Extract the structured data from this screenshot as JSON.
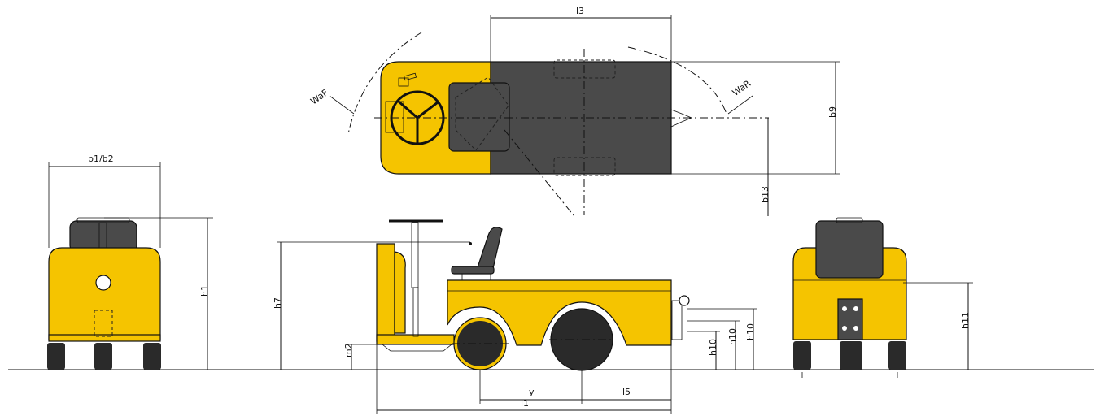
{
  "colors": {
    "body_yellow": "#f5c400",
    "dark_grey": "#4a4a4a",
    "tire_black": "#2a2a2a",
    "line": "#111111",
    "background": "#ffffff"
  },
  "labels": {
    "l3": "l3",
    "b9": "b9",
    "b13": "b13",
    "waf": "WaF",
    "war": "WaR",
    "b1b2": "b1/b2",
    "h1": "h1",
    "h7": "h7",
    "m2": "m2",
    "y": "y",
    "l5": "l5",
    "l1": "l1",
    "h10_a": "h10",
    "h10_b": "h10",
    "h10_c": "h10",
    "h11": "h11"
  }
}
